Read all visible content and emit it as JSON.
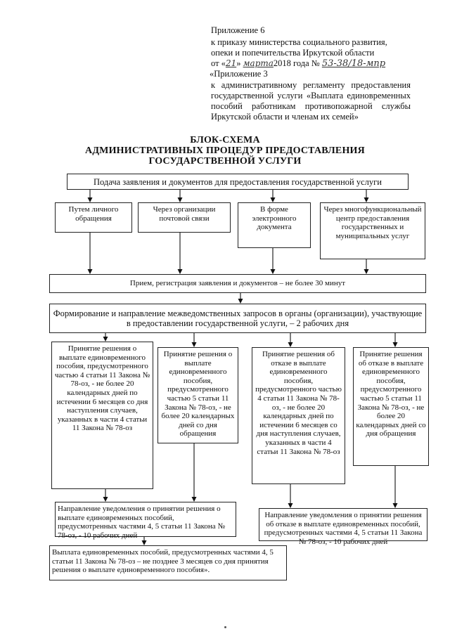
{
  "header": {
    "line1": "Приложение 6",
    "line2": "к приказу министерства социального развития,",
    "line3": "опеки и попечительства Иркутской области",
    "from_prefix": "от «",
    "day_handwritten": "21",
    "month_handwritten": "марта",
    "year_suffix": "2018 года №",
    "number_handwritten": "53-38/18-мпр",
    "line5": "«Приложение 3",
    "regulation_text": "к административному регламенту предоставления государственной услуги «Выплата единовременных пособий работникам противопожарной службы Иркутской области и членам их семей»"
  },
  "title": {
    "line1": "БЛОК-СХЕМА",
    "line2": "АДМИНИСТРАТИВНЫХ ПРОЦЕДУР ПРЕДОСТАВЛЕНИЯ",
    "line3": "ГОСУДАРСТВЕННОЙ УСЛУГИ"
  },
  "flow": {
    "submission": "Подача заявления и документов для предоставления государственной услуги",
    "methods": [
      "Путем личного обращения",
      "Через организации почтовой связи",
      "В форме электронного документа",
      "Через многофункциональный центр предоставления государственных и муниципальных услуг"
    ],
    "reception": "Прием, регистрация заявления и документов – не более 30 минут",
    "interagency": "Формирование и направление межведомственных запросов в органы (организации), участвующие в предоставлении государственной услуги, – 2 рабочих дня",
    "decisions": [
      "Принятие решения о выплате единовременного пособия, предусмотренного частью 4 статьи 11 Закона № 78-оз, - не более 20 календарных дней по истечении 6 месяцев со дня наступления случаев, указанных в части 4 статьи 11   Закона № 78-оз",
      "Принятие решения о выплате единовременного пособия, предусмотренного частью 5 статьи 11 Закона № 78-оз, - не более 20 календарных дней со дня обращения",
      "Принятие решения об отказе в выплате единовременного пособия, предусмотренного частью 4 статьи 11 Закона № 78-оз, - не более 20 календарных дней по истечении 6 месяцев со дня наступления случаев, указанных в части 4 статьи 11 Закона № 78-оз",
      "Принятие решения об отказе в выплате единовременного пособия, предусмотренного частью 5 статьи 11 Закона № 78-оз, - не более 20 календарных дней со дня обращения"
    ],
    "notify_payment": "Направление уведомления о принятии решения о выплате единовременных пособий, предусмотренных частями 4, 5 статьи 11 Закона № 78-оз, - 10 рабочих дней",
    "notify_refusal": "Направление уведомления о принятии решения об отказе в выплате единовременных пособий, предусмотренных частями 4, 5 статьи 11 Закона № 78-оз, - 10 рабочих дней",
    "payment": "Выплата единовременных пособий, предусмотренных частями 4, 5 статьи 11  Закона № 78-оз – не позднее 3 месяцев со дня принятия решения о выплате единовременного пособия»."
  }
}
